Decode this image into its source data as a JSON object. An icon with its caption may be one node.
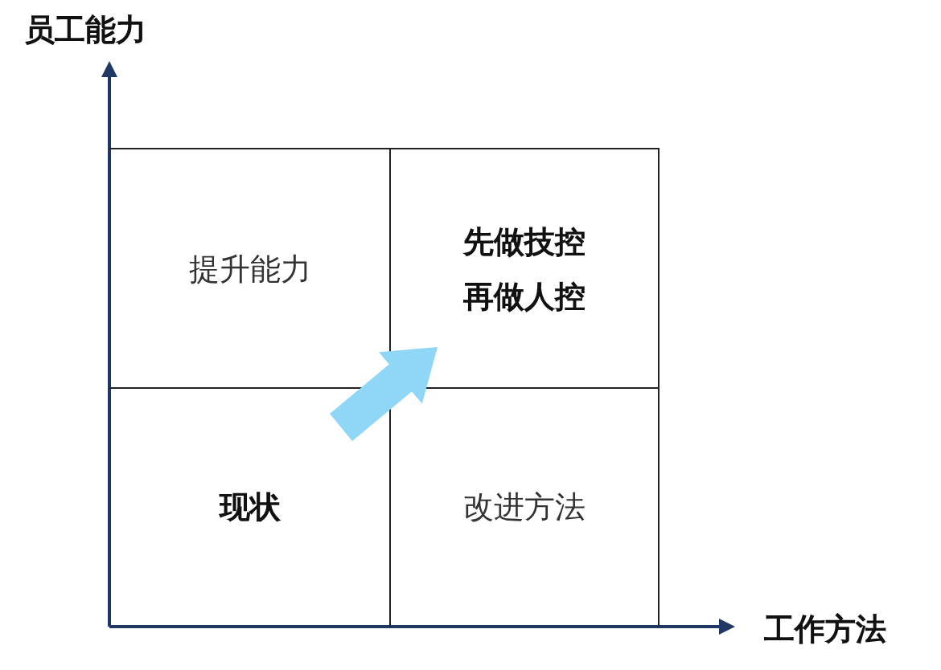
{
  "diagram": {
    "nodes": [
      {
        "text": [
          "提升能力"
        ]
      },
      {
        "text": [
          "先做技控",
          "再做人控"
        ]
      },
      {
        "text": [
          "现状"
        ]
      },
      {
        "text": [
          "改进方法"
        ]
      }
    ],
    "edges": [
      {
        "from": 2,
        "to": 1,
        "arrow": "to",
        "style": "thick",
        "color": "#8fd6f7"
      }
    ],
    "labels": [
      "员工能力",
      "工作方法"
    ]
  }
}
